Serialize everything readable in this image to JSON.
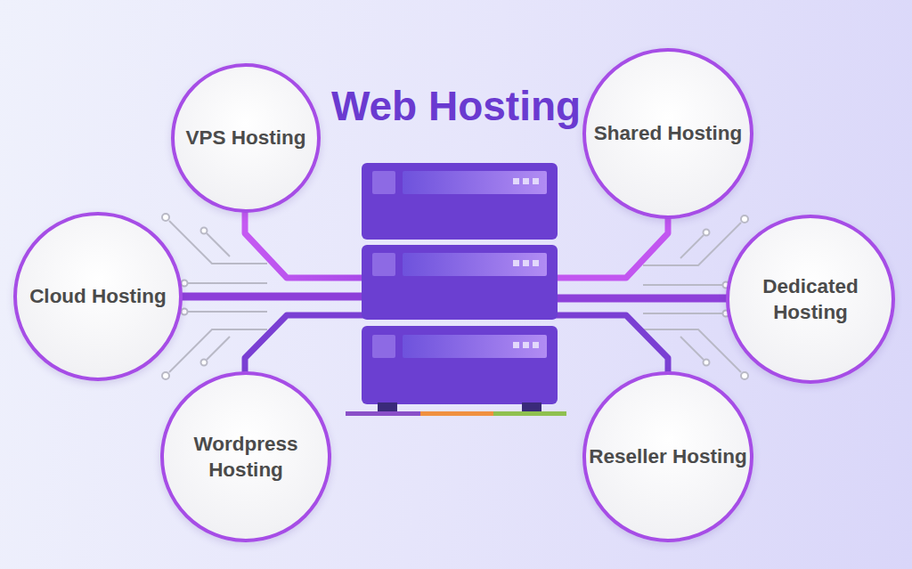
{
  "diagram": {
    "title": "Web Hosting",
    "nodes": [
      {
        "text": [
          "VPS Hosting"
        ]
      },
      {
        "text": [
          "Shared Hosting"
        ]
      },
      {
        "text": [
          "Cloud Hosting"
        ]
      },
      {
        "text": [
          "Dedicated Hosting"
        ]
      },
      {
        "text": [
          "Wordpress Hosting"
        ]
      },
      {
        "text": [
          "Reseller Hosting"
        ]
      }
    ]
  }
}
